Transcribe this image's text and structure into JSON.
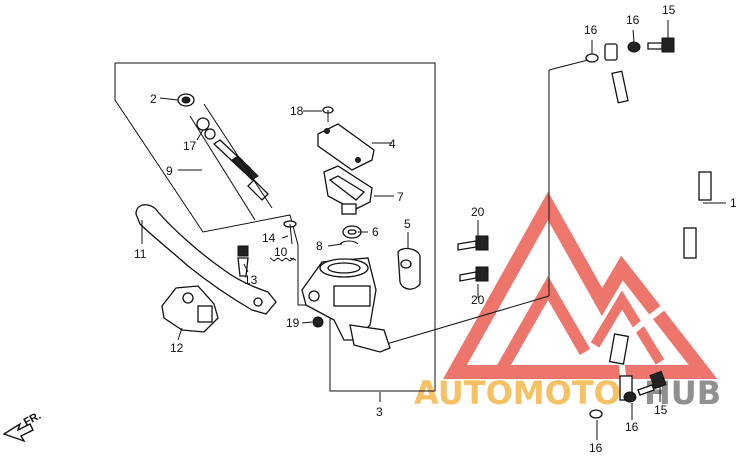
{
  "labels": {
    "p1": "1",
    "p2": "2",
    "p3": "3",
    "p4": "4",
    "p5": "5",
    "p6": "6",
    "p7": "7",
    "p8": "8",
    "p9": "9",
    "p10": "10",
    "p11": "11",
    "p12": "12",
    "p13": "13",
    "p14": "14",
    "p15a": "15",
    "p15b": "15",
    "p16a": "16",
    "p16b": "16",
    "p16c": "16",
    "p16d": "16",
    "p17": "17",
    "p18": "18",
    "p19": "19",
    "p20a": "20",
    "p20b": "20"
  },
  "direction_label": "FR.",
  "watermark": {
    "text": "AUTOMOTOHUB",
    "part1": "AUTOMOTO",
    "part2": "HUB",
    "color_orange": "#f4b74a",
    "color_red": "#e8483c",
    "color_gray": "#7d7d7d"
  }
}
